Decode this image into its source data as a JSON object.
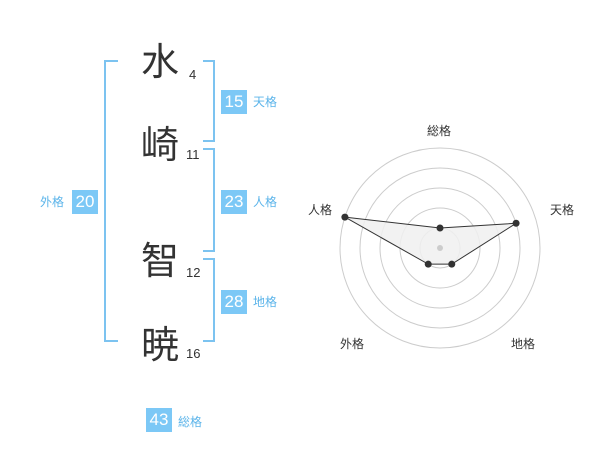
{
  "name": {
    "chars": [
      {
        "char": "水",
        "strokes": "4"
      },
      {
        "char": "崎",
        "strokes": "11"
      },
      {
        "char": "智",
        "strokes": "12"
      },
      {
        "char": "暁",
        "strokes": "16"
      }
    ]
  },
  "fortunes": {
    "tenkaku": {
      "value": "15",
      "label": "天格"
    },
    "jinkaku": {
      "value": "23",
      "label": "人格"
    },
    "chikaku": {
      "value": "28",
      "label": "地格"
    },
    "gaikaku": {
      "value": "20",
      "label": "外格"
    },
    "soukaku": {
      "value": "43",
      "label": "総格"
    }
  },
  "radar": {
    "axes": [
      "総格",
      "天格",
      "地格",
      "外格",
      "人格"
    ],
    "levels": 5,
    "values": [
      1,
      4,
      1,
      1,
      5
    ],
    "colors": {
      "grid": "#cccccc",
      "fill": "#f0f0f0",
      "line": "#333333",
      "point": "#333333",
      "center": "#cccccc"
    }
  },
  "colors": {
    "accent": "#7cc8f6",
    "bracket": "#7cc3f0",
    "label": "#5bb4ea"
  }
}
